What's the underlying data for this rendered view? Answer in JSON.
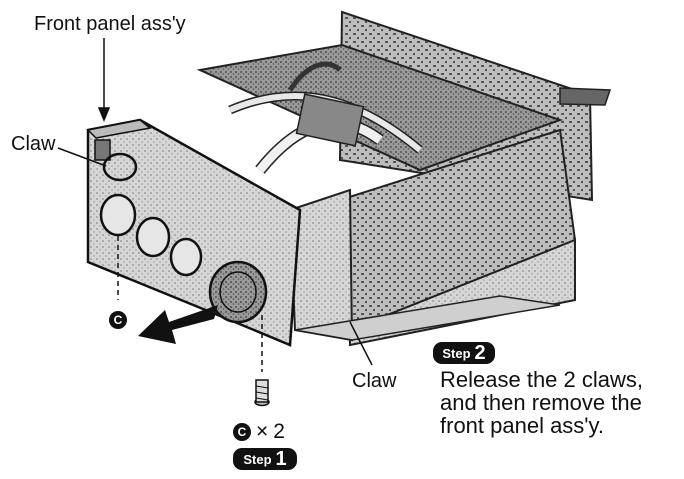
{
  "labels": {
    "front_panel": "Front panel ass'y",
    "claw_top": "Claw",
    "claw_bottom": "Claw"
  },
  "callout_marker": "C",
  "screw_qty": {
    "marker": "C",
    "times": "×",
    "count": "2"
  },
  "step1": {
    "word": "Step",
    "number": "1"
  },
  "step2": {
    "word": "Step",
    "number": "2",
    "lines": [
      "Release the 2 claws,",
      "and then remove the",
      "front panel ass'y."
    ]
  }
}
